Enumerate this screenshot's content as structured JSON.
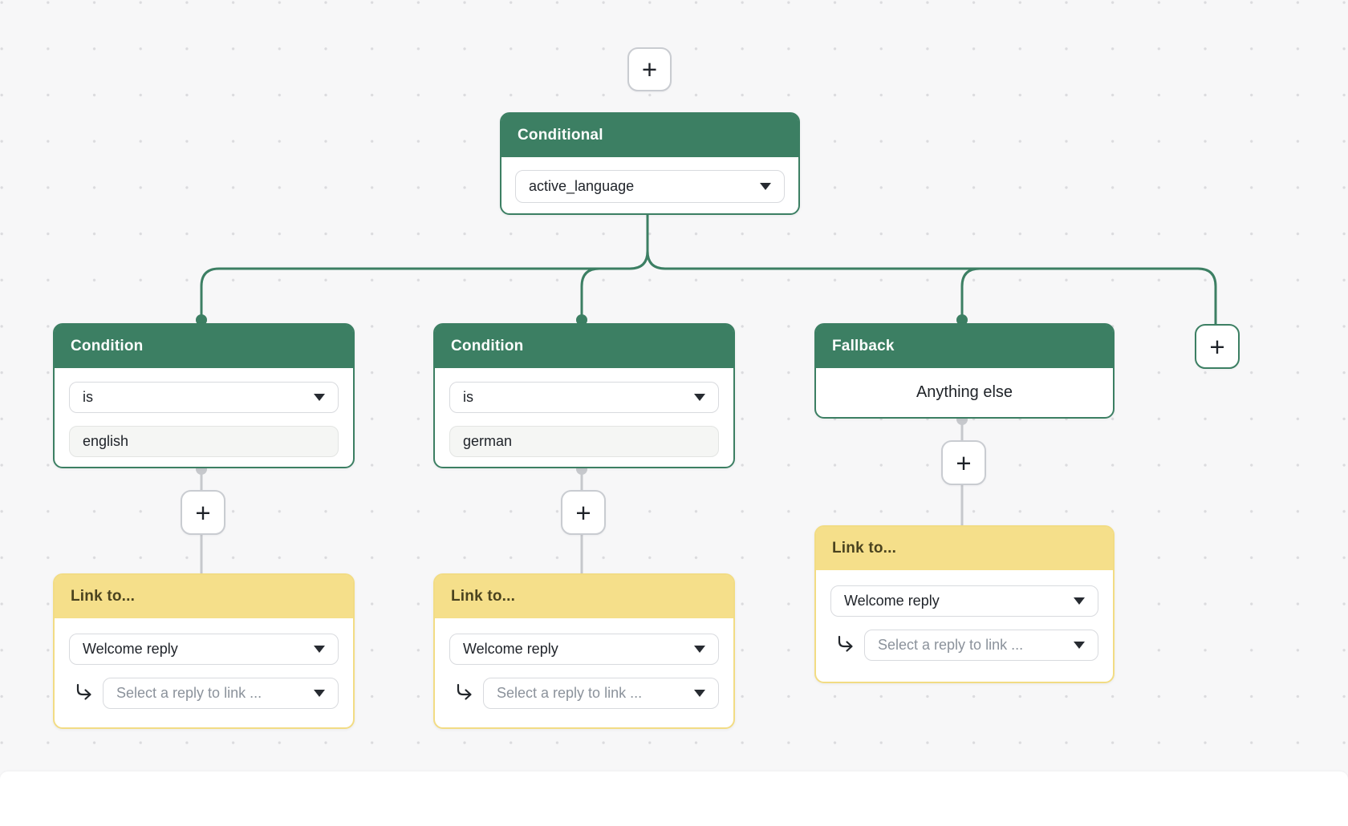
{
  "ui": {
    "plus_label": "+",
    "colors": {
      "node_green": "#3c7f63",
      "link_yellow": "#f5df8a",
      "canvas_bg": "#f7f7f8",
      "connector_gray": "#c6c8cc",
      "text_dark": "#20242a",
      "placeholder_gray": "#8b929b"
    }
  },
  "conditional": {
    "title": "Conditional",
    "variable": "active_language"
  },
  "conditions": [
    {
      "title": "Condition",
      "operator": "is",
      "value": "english"
    },
    {
      "title": "Condition",
      "operator": "is",
      "value": "german"
    }
  ],
  "fallback": {
    "title": "Fallback",
    "label": "Anything else"
  },
  "links": [
    {
      "title": "Link to...",
      "reply": "Welcome reply",
      "placeholder": "Select a reply to link ..."
    },
    {
      "title": "Link to...",
      "reply": "Welcome reply",
      "placeholder": "Select a reply to link ..."
    },
    {
      "title": "Link to...",
      "reply": "Welcome reply",
      "placeholder": "Select a reply to link ..."
    }
  ]
}
